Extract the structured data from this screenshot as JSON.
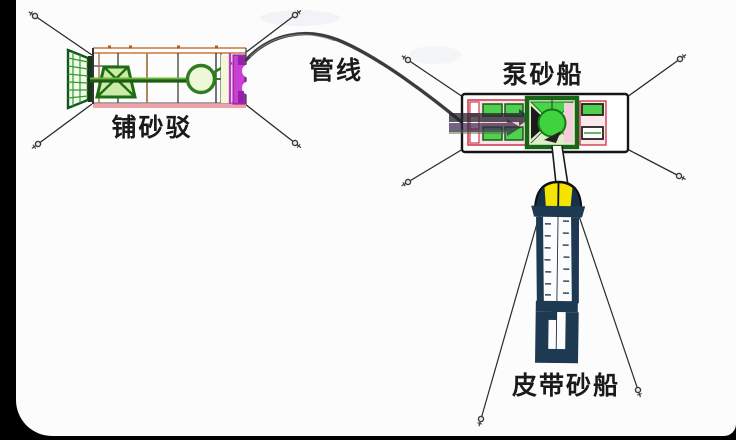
{
  "diagram": {
    "labels": {
      "barge": "铺砂驳",
      "pipeline": "管线",
      "pump_boat": "泵砂船",
      "belt_boat": "皮带砂船"
    },
    "colors": {
      "background": "#000000",
      "paper": "#fcfcfd",
      "barge_rail_orange": "#c87840",
      "barge_bottom_pink": "#efa0a8",
      "machinery_green_dark": "#1c6e14",
      "machinery_green_bright": "#4fd04f",
      "pump_circle_green": "#3fd43f",
      "stern_magenta": "#cb3fd3",
      "frame_red": "#cd4050",
      "pipeline_gray": "#3c3c3c",
      "bow_yellow": "#f4e400",
      "hull_navy": "#1d3a52",
      "anchor_line": "#2b2b2b"
    }
  }
}
